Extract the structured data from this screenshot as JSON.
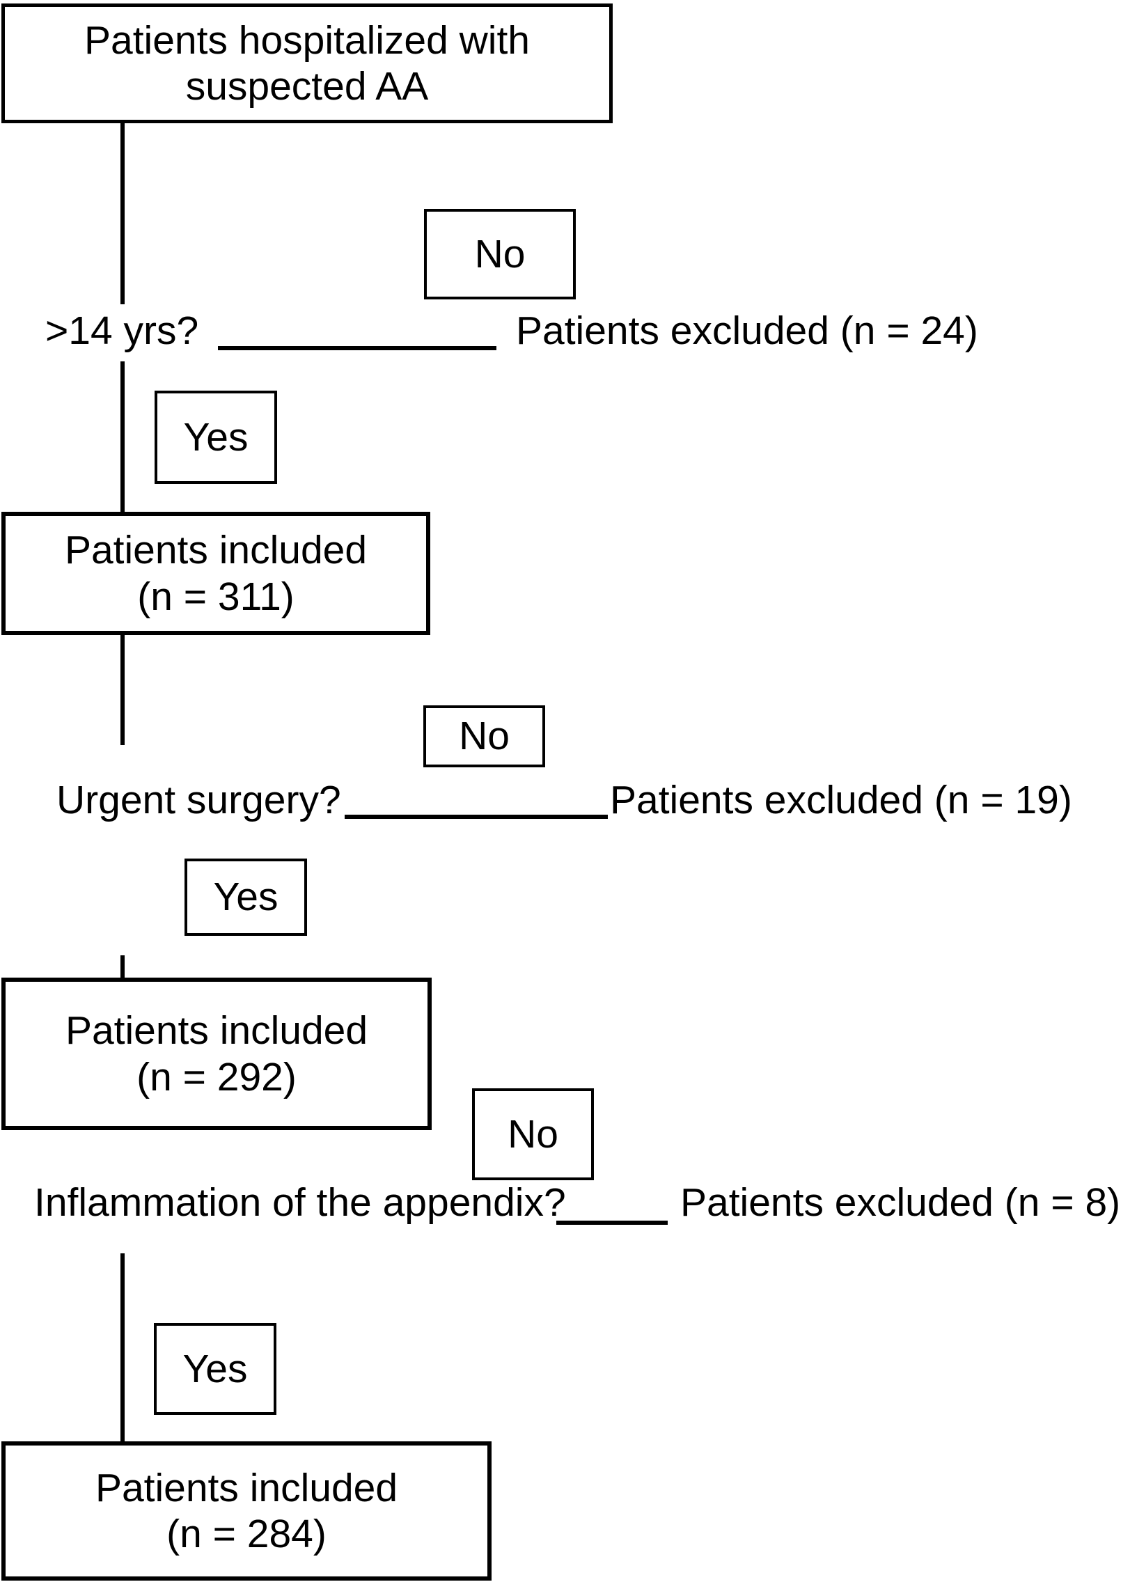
{
  "colors": {
    "stroke": "#000000",
    "background": "#ffffff",
    "text": "#000000"
  },
  "flow": {
    "start": {
      "line1": "Patients hospitalized with",
      "line2": "suspected AA"
    },
    "steps": [
      {
        "question": ">14 yrs?",
        "no_label": "No",
        "yes_label": "Yes",
        "excluded": "Patients excluded (n = 24)",
        "included_line1": "Patients included",
        "included_line2": "(n = 311)"
      },
      {
        "question": "Urgent surgery?",
        "no_label": "No",
        "yes_label": "Yes",
        "excluded": "Patients excluded (n = 19)",
        "included_line1": "Patients included",
        "included_line2": "(n = 292)"
      },
      {
        "question": "Inflammation of the appendix?",
        "no_label": "No",
        "yes_label": "Yes",
        "excluded": "Patients excluded (n = 8)",
        "included_line1": "Patients included",
        "included_line2": "(n = 284)"
      }
    ]
  }
}
